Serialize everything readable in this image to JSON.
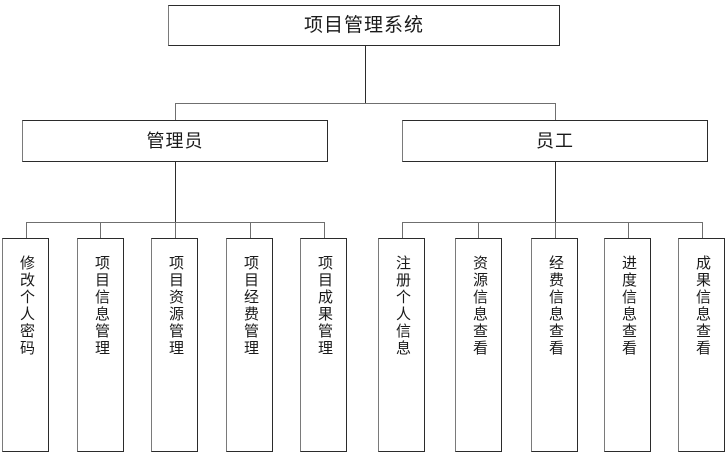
{
  "diagram": {
    "type": "organization-tree",
    "title": "项目管理系统",
    "root": {
      "id": "root",
      "label": "项目管理系统"
    },
    "level2": [
      {
        "id": "admin",
        "label": "管理员"
      },
      {
        "id": "staff",
        "label": "员工"
      }
    ],
    "admin_children": [
      {
        "id": "admin-change-password",
        "label": "修改个人密码"
      },
      {
        "id": "admin-project-info",
        "label": "项目信息管理"
      },
      {
        "id": "admin-project-resource",
        "label": "项目资源管理"
      },
      {
        "id": "admin-project-funding",
        "label": "项目经费管理"
      },
      {
        "id": "admin-project-result",
        "label": "项目成果管理"
      }
    ],
    "staff_children": [
      {
        "id": "staff-register-info",
        "label": "注册个人信息"
      },
      {
        "id": "staff-resource-view",
        "label": "资源信息查看"
      },
      {
        "id": "staff-funding-view",
        "label": "经费信息查看"
      },
      {
        "id": "staff-progress-view",
        "label": "进度信息查看"
      },
      {
        "id": "staff-result-view",
        "label": "成果信息查看"
      }
    ],
    "colors": {
      "background": "#ffffff",
      "box_border": "#2b2b2b",
      "box_border_soft": "#7a7a7a",
      "connector": "#2b2b2b",
      "text": "#1a1a1a"
    }
  }
}
